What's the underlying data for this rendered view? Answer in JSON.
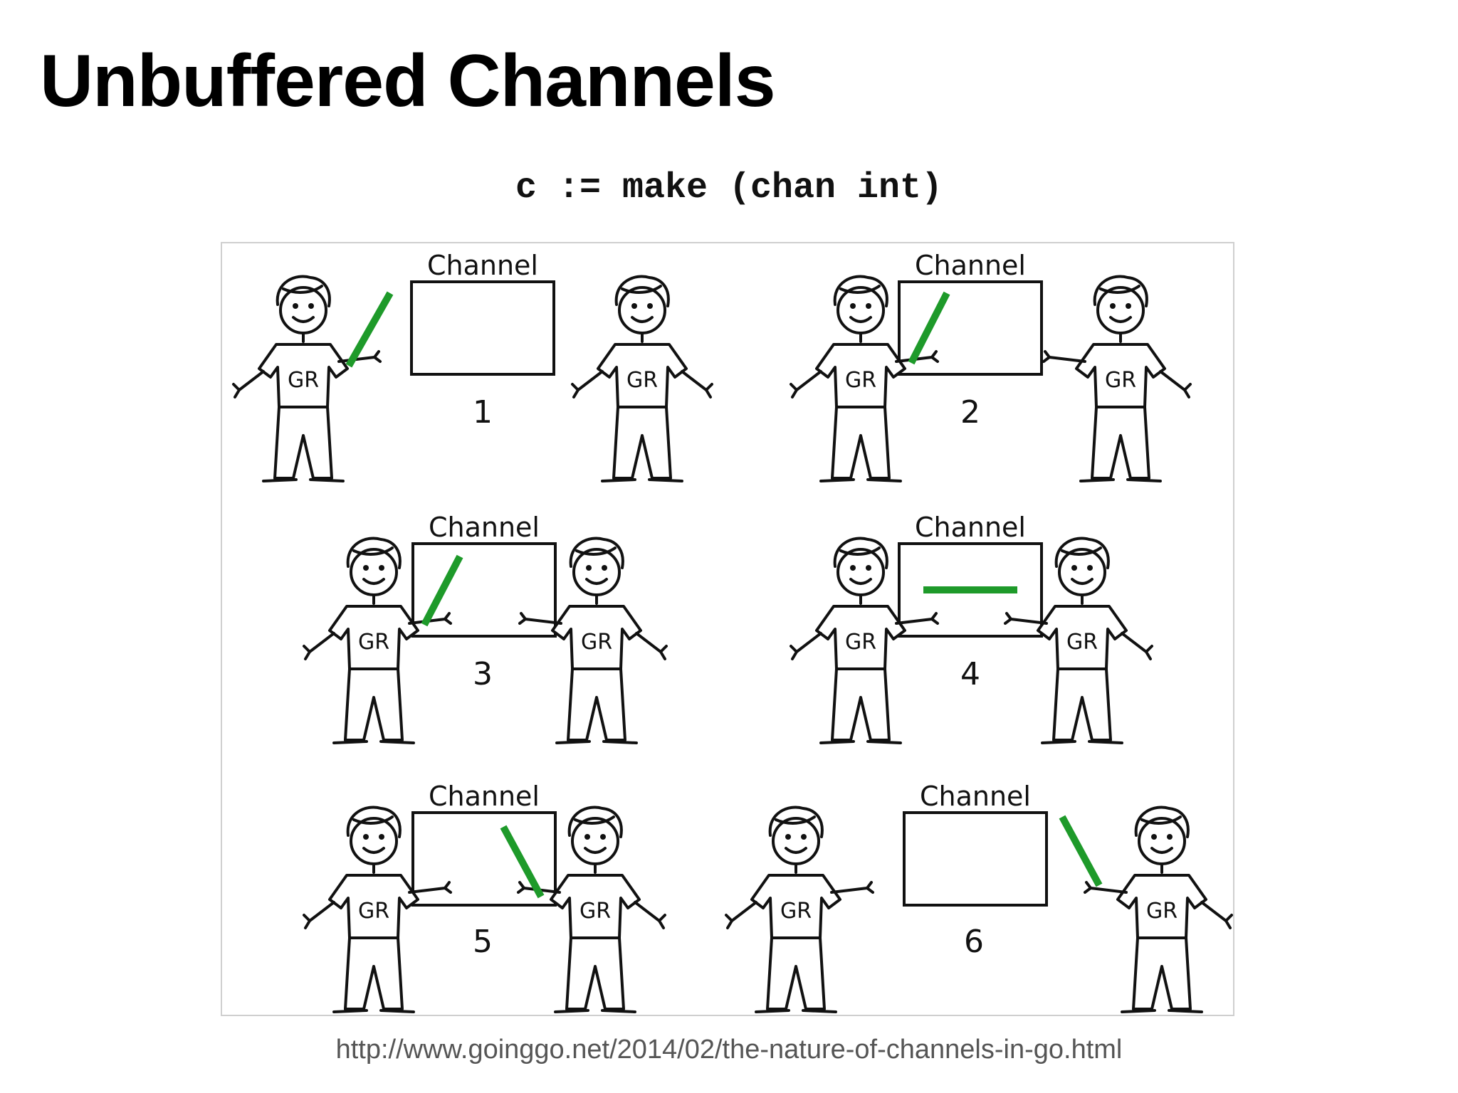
{
  "slide": {
    "title": "Unbuffered Channels",
    "code": "c := make (chan int)",
    "source_url": "http://www.goinggo.net/2014/02/the-nature-of-channels-in-go.html"
  },
  "colors": {
    "baton": "#1e9a2a",
    "ink": "#111111"
  },
  "figure": {
    "panels": [
      {
        "number": "1",
        "channel_label": "Channel",
        "left_shirt": "GR",
        "right_shirt": "GR",
        "baton_state": "held-by-left-outside"
      },
      {
        "number": "2",
        "channel_label": "Channel",
        "left_shirt": "GR",
        "right_shirt": "GR",
        "baton_state": "left-inside-channel"
      },
      {
        "number": "3",
        "channel_label": "Channel",
        "left_shirt": "GR",
        "right_shirt": "GR",
        "baton_state": "left-inside-right-reaching"
      },
      {
        "number": "4",
        "channel_label": "Channel",
        "left_shirt": "GR",
        "right_shirt": "GR",
        "baton_state": "both-holding"
      },
      {
        "number": "5",
        "channel_label": "Channel",
        "left_shirt": "GR",
        "right_shirt": "GR",
        "baton_state": "right-inside-channel"
      },
      {
        "number": "6",
        "channel_label": "Channel",
        "left_shirt": "GR",
        "right_shirt": "GR",
        "baton_state": "held-by-right-outside"
      }
    ]
  }
}
